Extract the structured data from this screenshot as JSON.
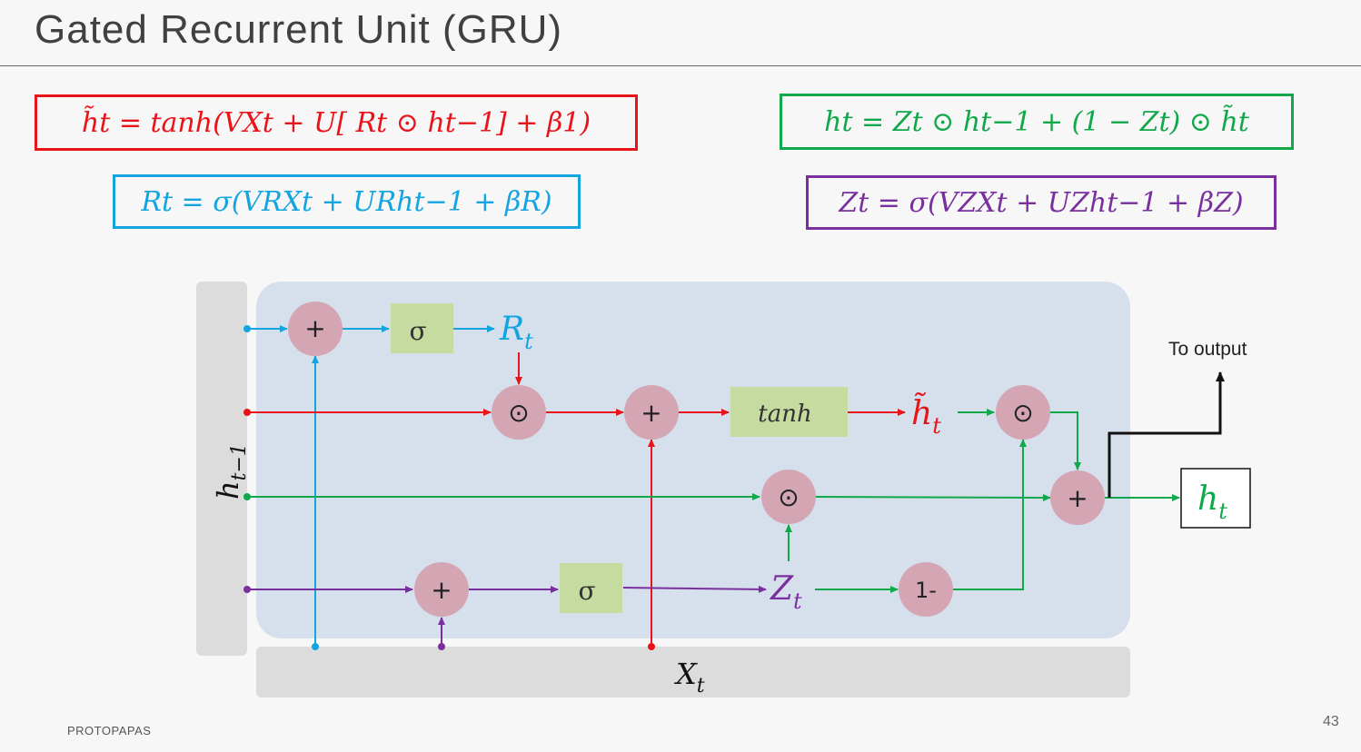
{
  "title": "Gated Recurrent Unit (GRU)",
  "equations": {
    "candidate": "h̃t = tanh(VXt + U[ Rt ⊙ ht−1] +  β1)",
    "reset": "Rt = σ(VRXt + URht−1 + βR)",
    "hidden": "ht =  Zt ⊙ ht−1 + (1 − Zt) ⊙ h̃t",
    "update": "Zt =  σ(VZXt + UZht−1 + βZ)"
  },
  "diagram": {
    "plus": "+",
    "sigma": "σ",
    "odot": "⊙",
    "tanh": "tanh",
    "one_minus": "1-",
    "r_t": "R",
    "z_t": "Z",
    "h_tilde": "h̃",
    "h_t": "h",
    "h_prev": "h",
    "x_t": "X",
    "sub_t": "t",
    "sub_t_minus_1": "t−1",
    "to_output": "To output"
  },
  "colors": {
    "red": "#e8141a",
    "blue": "#14a5e0",
    "green": "#10a84a",
    "purple": "#7a2f9e",
    "gate_circle": "#d4a5b3",
    "sigma_box": "#c5dba0",
    "panel": "#d6e0ec"
  },
  "footer": {
    "author": "PROTOPAPAS",
    "page": "43"
  }
}
